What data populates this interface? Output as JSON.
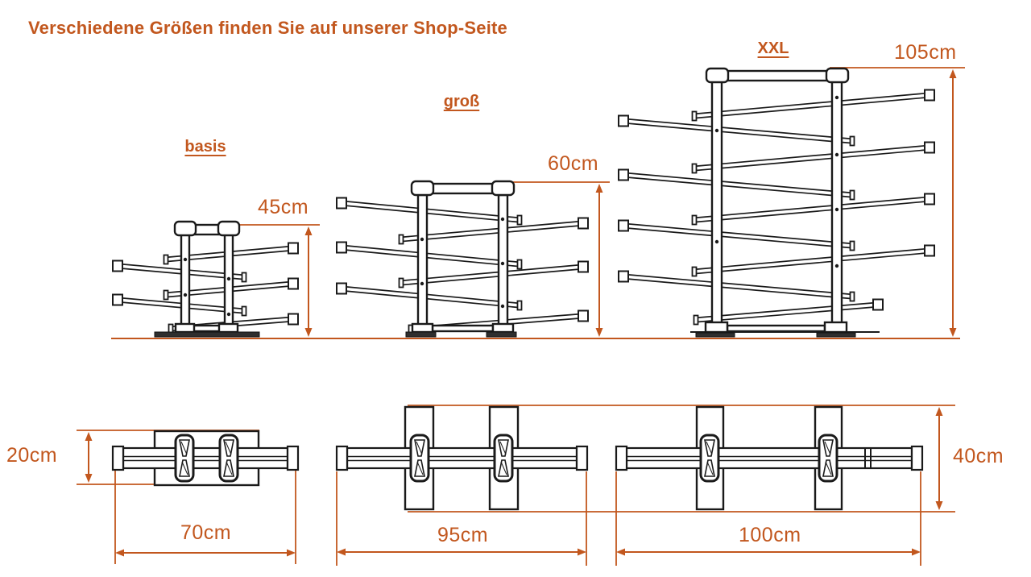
{
  "title": "Verschiedene Größen finden Sie auf unserer Shop-Seite",
  "colors": {
    "accent": "#C2571E",
    "line_art": "#1A1A1A",
    "background": "#FFFFFF"
  },
  "sizes": [
    {
      "name": "basis",
      "height": "45cm",
      "width": "70cm",
      "depth": "20cm"
    },
    {
      "name": "groß",
      "height": "60cm",
      "width": "95cm",
      "depth": "40cm"
    },
    {
      "name": "XXL",
      "height": "105cm",
      "width": "100cm",
      "depth": "40cm"
    }
  ],
  "labels": {
    "size_basis": "basis",
    "size_gross": "groß",
    "size_xxl": "XXL",
    "height_basis": "45cm",
    "height_gross": "60cm",
    "height_xxl": "105cm",
    "depth_basis": "20cm",
    "depth_gross_xxl": "40cm",
    "width_basis": "70cm",
    "width_gross": "95cm",
    "width_xxl": "100cm"
  }
}
